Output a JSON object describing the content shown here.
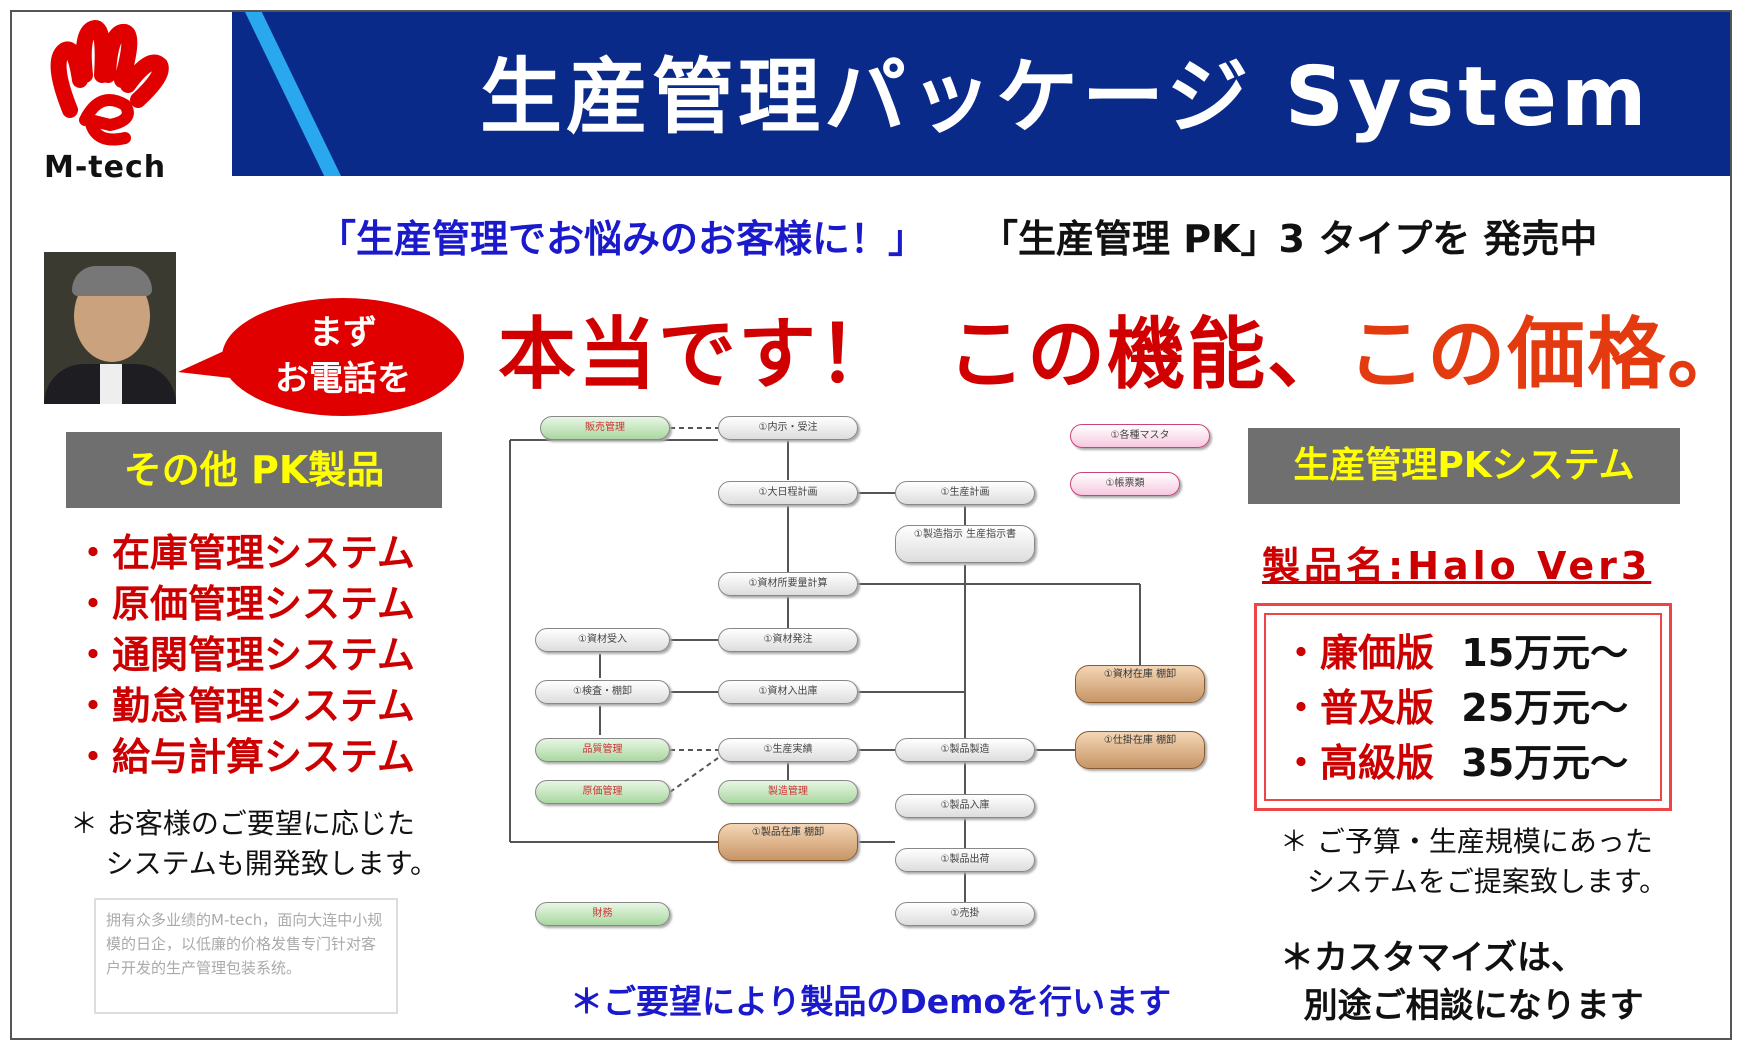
{
  "header": {
    "title": "生産管理パッケージ System",
    "logo_text": "M-tech"
  },
  "tagline": {
    "part1": "「生産管理でお悩みのお客様に！」",
    "part2": "「生産管理 PK」3 タイプを 発売中"
  },
  "headline": {
    "part1": "本当です！",
    "part2": "この機能、",
    "part3": "この価格。"
  },
  "bubble": {
    "line1": "まず",
    "line2": "お電話を"
  },
  "other_products": {
    "heading": "その他  PK製品",
    "items": [
      "・在庫管理システム",
      "・原価管理システム",
      "・通関管理システム",
      "・勤怠管理システム",
      "・給与計算システム"
    ],
    "note": "＊ お客様のご要望に応じた\n    システムも開発致します。"
  },
  "chinese_note": "拥有众多业绩的M-tech，面向大连中小规模的日企，以低廉的价格发售专门针对客户开发的生产管理包装系统。",
  "pk_system": {
    "heading": "生産管理PKシステム",
    "product_name": "製品名:Halo Ver3",
    "editions": [
      {
        "edition": "・廉価版",
        "price": "15万元～"
      },
      {
        "edition": "・普及版",
        "price": "25万元～"
      },
      {
        "edition": "・高級版",
        "price": "35万元～"
      }
    ],
    "note": "＊ ご予算・生産規模にあった\n   システムをご提案致します。",
    "custom_note": "＊カスタマイズは、\n  別途ご相談になります"
  },
  "demo_note": "＊ご要望により製品のDemoを行います",
  "diagram": {
    "nodes": {
      "n1": "販売管理",
      "n2": "①内示・受注",
      "n3": "①大日程計画",
      "n4": "①生産計画",
      "n5": "①資材所要量計算",
      "n6": "①資材受入",
      "n7": "①資材発注",
      "n8": "①検査・棚卸",
      "n9": "①資材入出庫",
      "n10": "品質管理",
      "n11": "①生産実績",
      "n12": "①製品製造",
      "n13": "原価管理",
      "n14": "製造管理",
      "n15": "①製品在庫\n棚卸",
      "n16": "①製品入庫",
      "n17": "①製品出荷",
      "n18": "①売掛",
      "n19": "財務",
      "n20": "①各種マスタ",
      "n21": "①帳票類",
      "n22": "①製造指示\n生産指示書",
      "n23": "①資材在庫\n棚卸",
      "n24": "①仕掛在庫\n棚卸"
    }
  },
  "colors": {
    "banner": "#0a2a8a",
    "accent_red": "#cc0000",
    "highlight_yellow": "#ffff00"
  }
}
